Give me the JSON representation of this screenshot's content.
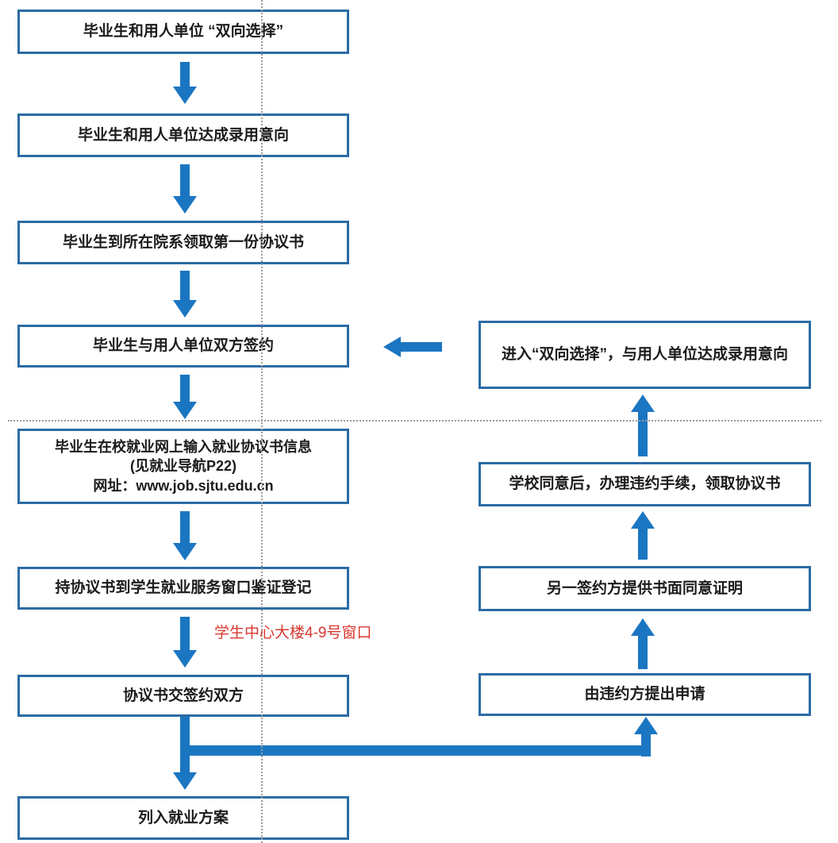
{
  "colors": {
    "arrow_blue": "#1b76c2",
    "box_border": "#2b6ba5",
    "text_color": "#1b1b1b",
    "note_red": "#d93830",
    "dotted_gray": "#9b9b9b"
  },
  "flowchart": {
    "left_column": [
      {
        "text": "毕业生和用人单位 “双向选择”"
      },
      {
        "text": "毕业生和用人单位达成录用意向"
      },
      {
        "text": "毕业生到所在院系领取第一份协议书"
      },
      {
        "text": "毕业生与用人单位双方签约"
      },
      {
        "lines": [
          "毕业生在校就业网上输入就业协议书信息",
          "(见就业导航P22)",
          "网址：www.job.sjtu.edu.cn"
        ]
      },
      {
        "text": "持协议书到学生就业服务窗口鉴证登记"
      },
      {
        "text": "协议书交签约双方"
      },
      {
        "text": "列入就业方案"
      }
    ],
    "right_column": [
      {
        "text": "进入“双向选择”，与用人单位达成录用意向"
      },
      {
        "text": "学校同意后，办理违约手续，领取协议书"
      },
      {
        "text": "另一签约方提供书面同意证明"
      },
      {
        "text": "由违约方提出申请"
      }
    ],
    "annotation": "学生中心大楼4-9号窗口"
  }
}
